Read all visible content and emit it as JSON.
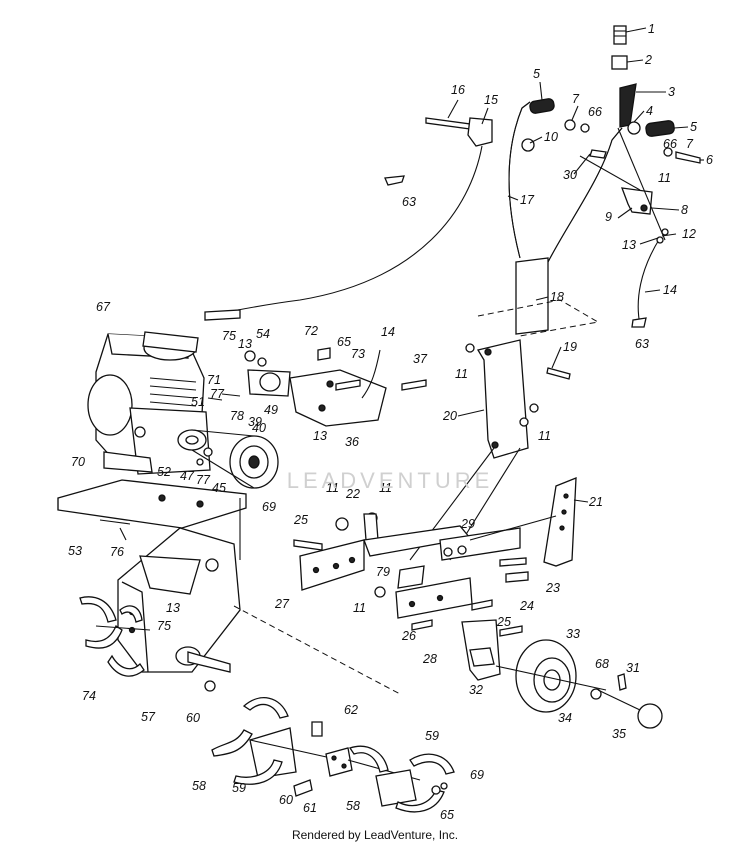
{
  "watermark": "LEADVENTURE",
  "credit": "Rendered by LeadVenture, Inc.",
  "labels": [
    {
      "id": "1",
      "text": "1"
    },
    {
      "id": "2",
      "text": "2"
    },
    {
      "id": "3",
      "text": "3"
    },
    {
      "id": "4",
      "text": "4"
    },
    {
      "id": "5a",
      "text": "5"
    },
    {
      "id": "5b",
      "text": "5"
    },
    {
      "id": "6",
      "text": "6"
    },
    {
      "id": "7a",
      "text": "7"
    },
    {
      "id": "7b",
      "text": "7"
    },
    {
      "id": "8",
      "text": "8"
    },
    {
      "id": "9",
      "text": "9"
    },
    {
      "id": "10",
      "text": "10"
    },
    {
      "id": "11a",
      "text": "11"
    },
    {
      "id": "11b",
      "text": "11"
    },
    {
      "id": "11c",
      "text": "11"
    },
    {
      "id": "11d",
      "text": "11"
    },
    {
      "id": "11e",
      "text": "11"
    },
    {
      "id": "11f",
      "text": "11"
    },
    {
      "id": "12",
      "text": "12"
    },
    {
      "id": "13a",
      "text": "13"
    },
    {
      "id": "13b",
      "text": "13"
    },
    {
      "id": "13c",
      "text": "13"
    },
    {
      "id": "13d",
      "text": "13"
    },
    {
      "id": "14a",
      "text": "14"
    },
    {
      "id": "14b",
      "text": "14"
    },
    {
      "id": "15",
      "text": "15"
    },
    {
      "id": "16",
      "text": "16"
    },
    {
      "id": "17",
      "text": "17"
    },
    {
      "id": "18",
      "text": "18"
    },
    {
      "id": "19",
      "text": "19"
    },
    {
      "id": "20",
      "text": "20"
    },
    {
      "id": "21",
      "text": "21"
    },
    {
      "id": "22",
      "text": "22"
    },
    {
      "id": "23",
      "text": "23"
    },
    {
      "id": "24",
      "text": "24"
    },
    {
      "id": "25a",
      "text": "25"
    },
    {
      "id": "25b",
      "text": "25"
    },
    {
      "id": "26",
      "text": "26"
    },
    {
      "id": "27",
      "text": "27"
    },
    {
      "id": "28",
      "text": "28"
    },
    {
      "id": "29",
      "text": "29"
    },
    {
      "id": "30",
      "text": "30"
    },
    {
      "id": "31",
      "text": "31"
    },
    {
      "id": "32",
      "text": "32"
    },
    {
      "id": "33",
      "text": "33"
    },
    {
      "id": "34",
      "text": "34"
    },
    {
      "id": "35",
      "text": "35"
    },
    {
      "id": "36",
      "text": "36"
    },
    {
      "id": "37",
      "text": "37"
    },
    {
      "id": "39",
      "text": "39"
    },
    {
      "id": "40",
      "text": "40"
    },
    {
      "id": "45",
      "text": "45"
    },
    {
      "id": "47",
      "text": "47"
    },
    {
      "id": "49",
      "text": "49"
    },
    {
      "id": "51",
      "text": "51"
    },
    {
      "id": "52",
      "text": "52"
    },
    {
      "id": "53",
      "text": "53"
    },
    {
      "id": "54",
      "text": "54"
    },
    {
      "id": "57",
      "text": "57"
    },
    {
      "id": "58a",
      "text": "58"
    },
    {
      "id": "58b",
      "text": "58"
    },
    {
      "id": "59a",
      "text": "59"
    },
    {
      "id": "59b",
      "text": "59"
    },
    {
      "id": "60a",
      "text": "60"
    },
    {
      "id": "60b",
      "text": "60"
    },
    {
      "id": "61",
      "text": "61"
    },
    {
      "id": "62",
      "text": "62"
    },
    {
      "id": "63a",
      "text": "63"
    },
    {
      "id": "63b",
      "text": "63"
    },
    {
      "id": "65a",
      "text": "65"
    },
    {
      "id": "65b",
      "text": "65"
    },
    {
      "id": "66a",
      "text": "66"
    },
    {
      "id": "66b",
      "text": "66"
    },
    {
      "id": "67",
      "text": "67"
    },
    {
      "id": "68",
      "text": "68"
    },
    {
      "id": "69a",
      "text": "69"
    },
    {
      "id": "69b",
      "text": "69"
    },
    {
      "id": "70",
      "text": "70"
    },
    {
      "id": "71",
      "text": "71"
    },
    {
      "id": "72",
      "text": "72"
    },
    {
      "id": "73",
      "text": "73"
    },
    {
      "id": "74",
      "text": "74"
    },
    {
      "id": "75a",
      "text": "75"
    },
    {
      "id": "75b",
      "text": "75"
    },
    {
      "id": "76",
      "text": "76"
    },
    {
      "id": "77a",
      "text": "77"
    },
    {
      "id": "77b",
      "text": "77"
    },
    {
      "id": "78",
      "text": "78"
    },
    {
      "id": "79",
      "text": "79"
    }
  ]
}
